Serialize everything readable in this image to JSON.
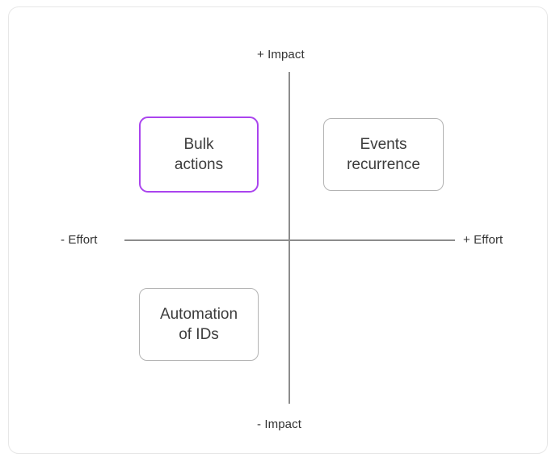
{
  "chart_data": {
    "type": "scatter",
    "title": "",
    "subtitle": "",
    "xlabel": "Effort",
    "ylabel": "Impact",
    "grid": false,
    "legend": null,
    "quadrant_matrix": true,
    "axes": {
      "x": {
        "negative_label": "- Effort",
        "positive_label": "+ Effort"
      },
      "y": {
        "negative_label": "- Impact",
        "positive_label": "+ Impact"
      }
    },
    "annotations": [
      {
        "label": "Bulk actions",
        "line1": "Bulk",
        "line2": "actions",
        "quadrant": "low-effort-high-impact",
        "x": -1,
        "y": 1,
        "highlighted": true,
        "border_color": "#aa44ee"
      },
      {
        "label": "Events recurrence",
        "line1": "Events",
        "line2": "recurrence",
        "quadrant": "high-effort-high-impact",
        "x": 1,
        "y": 1,
        "highlighted": false,
        "border_color": "#b3b3b3"
      },
      {
        "label": "Automation of IDs",
        "line1": "Automation",
        "line2": "of IDs",
        "quadrant": "low-effort-low-impact",
        "x": -1,
        "y": -1,
        "highlighted": false,
        "border_color": "#b3b3b3"
      }
    ]
  },
  "colors": {
    "highlight": "#aa44ee",
    "neutral_border": "#b3b3b3",
    "axis": "#8c8c8c",
    "text": "#3d3d3d",
    "frame_border": "#e7e7e7",
    "background": "#ffffff"
  },
  "board": {
    "axis_labels": {
      "impact_positive": "+ Impact",
      "impact_negative": "- Impact",
      "effort_negative": "- Effort",
      "effort_positive": "+ Effort"
    },
    "cards": [
      {
        "line1": "Bulk",
        "line2": "actions"
      },
      {
        "line1": "Events",
        "line2": "recurrence"
      },
      {
        "line1": "Automation",
        "line2": "of IDs"
      }
    ]
  }
}
